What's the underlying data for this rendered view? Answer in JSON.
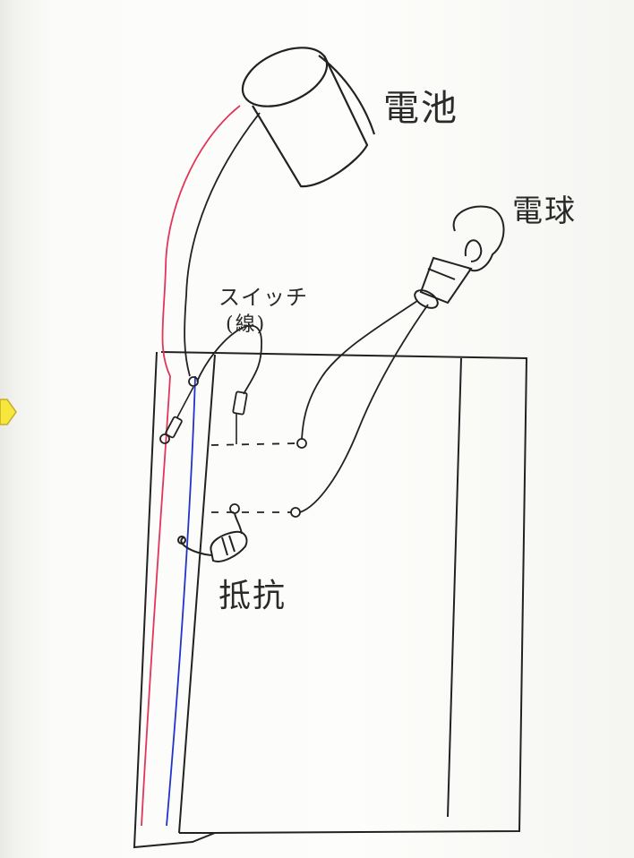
{
  "labels": {
    "battery": "電池",
    "bulb": "電球",
    "switch": "スイッチ",
    "switch_sub": "(線)",
    "resistor": "抵抗"
  },
  "colors": {
    "ink": "#2a2a2a",
    "red_wire": "#e0365a",
    "blue_wire": "#2233cc",
    "marker": "#f5e83a"
  }
}
